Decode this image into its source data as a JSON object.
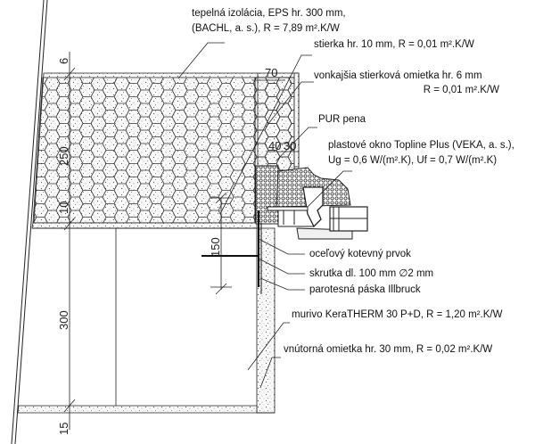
{
  "labels": {
    "insulation_1": "tepelná izolácia, EPS hr. 300 mm,",
    "insulation_2": "(BACHL, a. s.), R = 7,89 m².K/W",
    "stierka": "stierka hr. 10 mm, R = 0,01 m².K/W",
    "omietka_ext_1": "vonkajšia stierková omietka hr. 6 mm",
    "omietka_ext_2": "R = 0,01 m².K/W",
    "pur": "PUR pena",
    "okno_1": "plastové okno Topline Plus (VEKA, a. s.),",
    "okno_2": "Ug = 0,6 W/(m².K), Uf = 0,7 W/(m².K)",
    "kotva": "oceľový kotevný prvok",
    "skrutka": "skrutka dl. 100 mm ∅2 mm",
    "paska": "parotesná páska Illbruck",
    "murivo": "murivo KeraTHERM 30 P+D, R = 1,20 m².K/W",
    "omietka_int": "vnútorná omietka hr. 30 mm, R = 0,02 m².K/W"
  },
  "dimensions": {
    "d6": "6",
    "d250": "250",
    "d10": "10",
    "d300": "300",
    "d15": "15",
    "d70": "70",
    "d40": "40",
    "d30": "30",
    "d150": "150"
  }
}
